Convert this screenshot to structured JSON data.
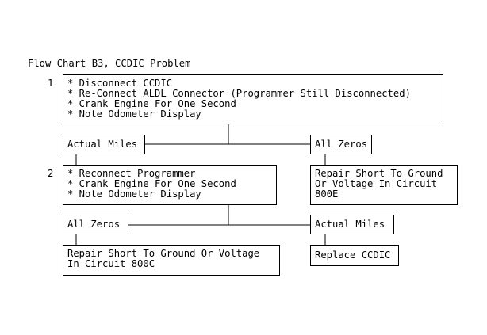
{
  "title": "Flow Chart B3, CCDIC Problem",
  "steps": [
    {
      "number": "1",
      "lines": [
        "* Disconnect CCDIC",
        "* Re-Connect ALDL Connector (Programmer Still Disconnected)",
        "* Crank Engine For One Second",
        "* Note Odometer Display"
      ]
    },
    {
      "number": "2",
      "lines": [
        "* Reconnect Programmer",
        "* Crank Engine For One Second",
        "* Note Odometer Display"
      ]
    }
  ],
  "outcomes": {
    "step1_left": "Actual Miles",
    "step1_right": "All Zeros",
    "step2_left": "All Zeros",
    "step2_right": "Actual Miles"
  },
  "results": {
    "step1_right_lines": [
      "Repair Short To Ground",
      "Or Voltage In Circuit",
      "800E"
    ],
    "step2_left_lines": [
      "Repair Short To Ground Or Voltage",
      "In Circuit 800C"
    ],
    "step2_right_lines": [
      "Replace CCDIC"
    ]
  }
}
